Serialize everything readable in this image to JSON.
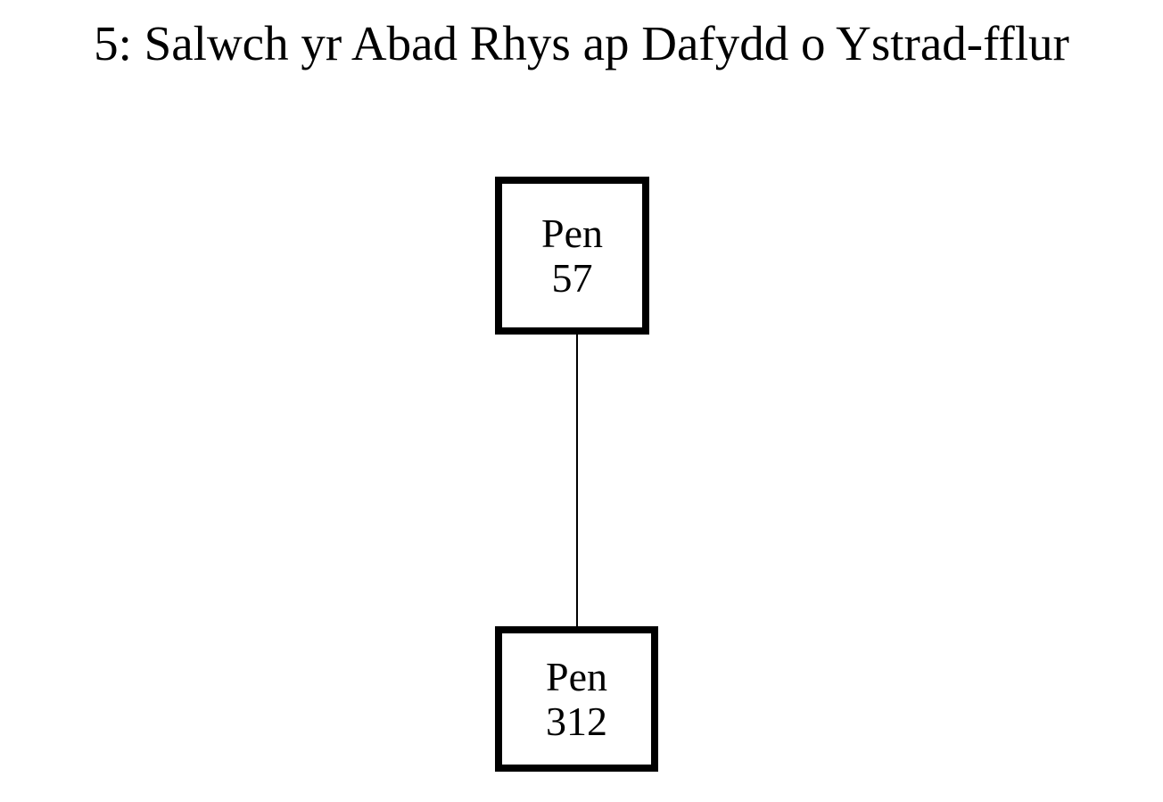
{
  "title": "5: Salwch yr Abad Rhys ap Dafydd o Ystrad-fflur",
  "nodes": [
    {
      "line1": "Pen",
      "line2": "57"
    },
    {
      "line1": "Pen",
      "line2": "312"
    }
  ],
  "edges": [
    {
      "from": "Pen 57",
      "to": "Pen 312"
    }
  ]
}
